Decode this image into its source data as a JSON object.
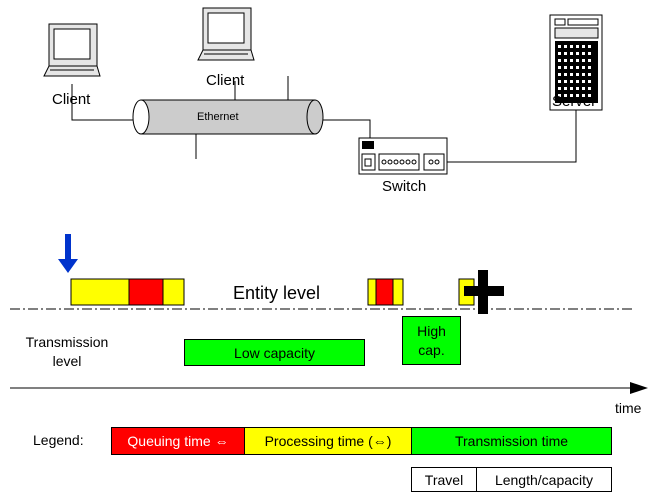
{
  "network": {
    "client_left": "Client",
    "client_center": "Client",
    "cable": "Ethernet",
    "switch": "Switch",
    "server": "Server"
  },
  "timeline": {
    "entity_level": "Entity level",
    "transmission_level": "Transmission\nlevel",
    "low_capacity": "Low capacity",
    "high_capacity": "High\ncap.",
    "time_axis": "time"
  },
  "legend": {
    "title": "Legend:",
    "queuing": "Queuing time ⇔",
    "processing": "Processing time (⇔)",
    "transmission": "Transmission time",
    "travel": "Travel",
    "length_capacity": "Length/capacity"
  },
  "colors": {
    "queuing": "#ff0000",
    "processing": "#ffff00",
    "transmission": "#00ff00",
    "arrow": "#0033cc"
  }
}
